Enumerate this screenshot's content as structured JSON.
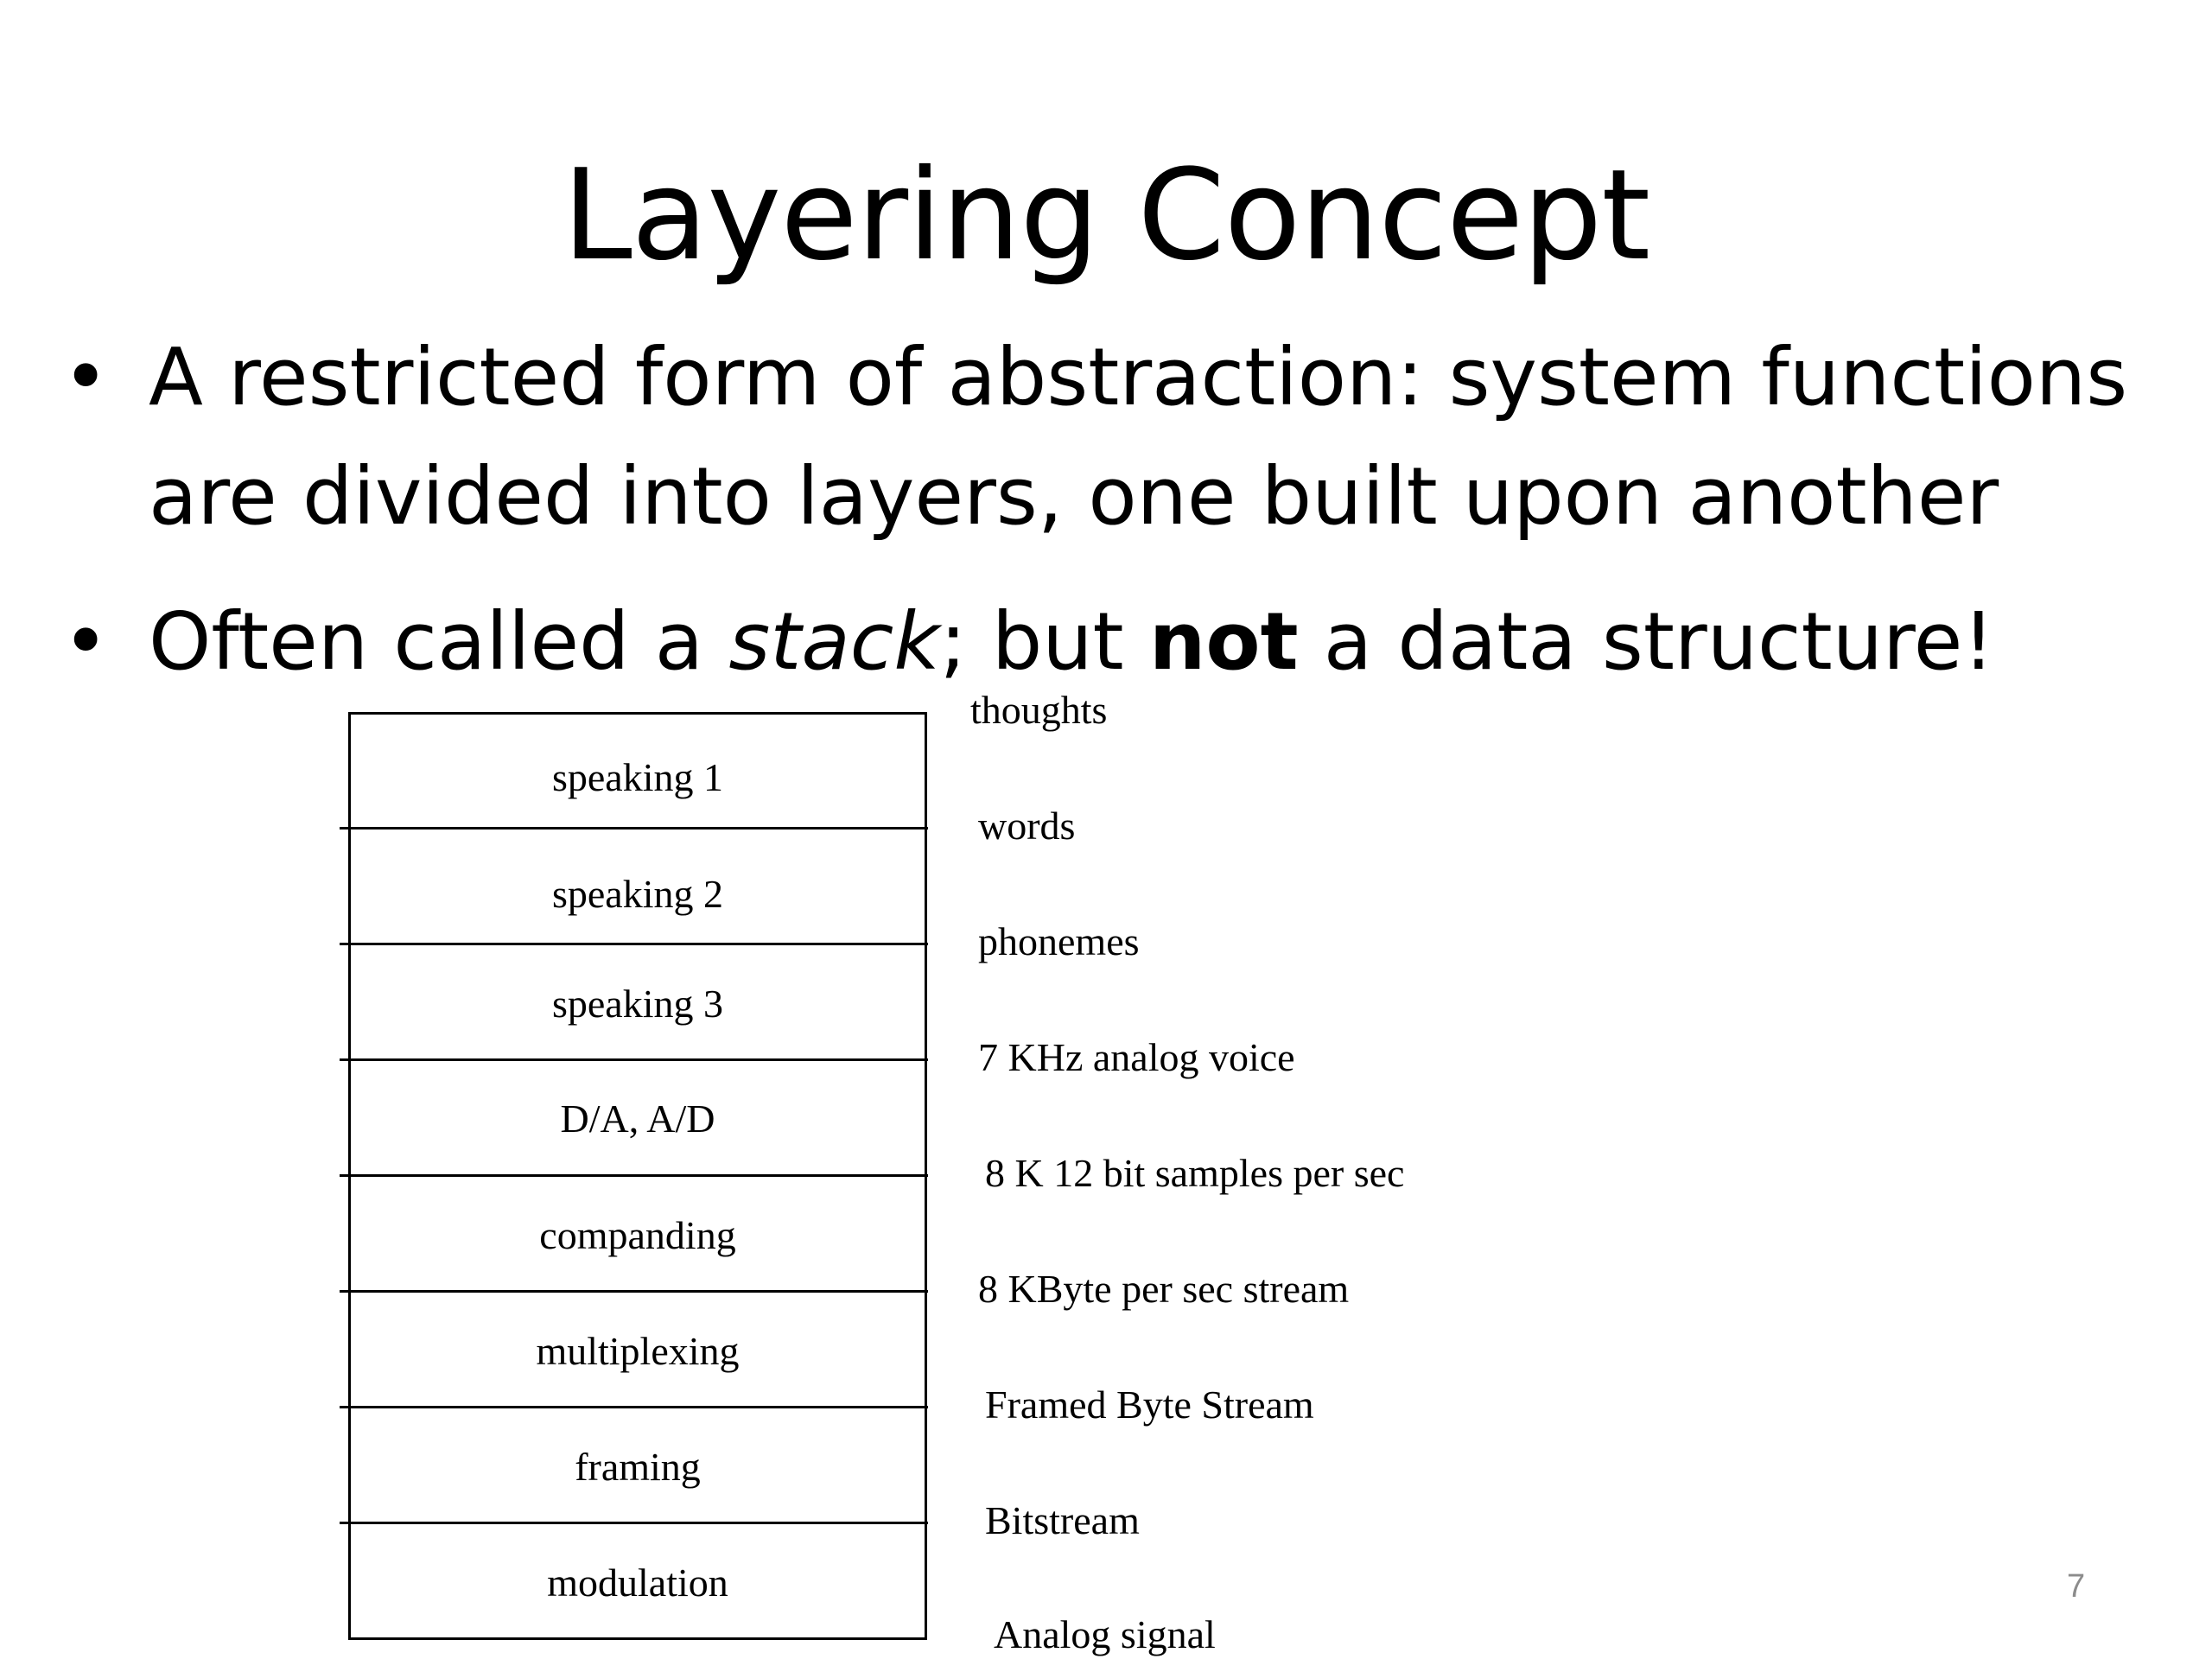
{
  "slide": {
    "title": "Layering Concept",
    "bullets": [
      {
        "text": "A restricted form of abstraction: system functions are divided into layers, one built upon another"
      },
      {
        "prefix": "Often called a ",
        "italic": "stack",
        "middle": "; but ",
        "bold": "not",
        "suffix": " a data structure!"
      }
    ],
    "bullet_symbol": "•",
    "page_number": "7"
  },
  "diagram": {
    "layers": [
      "speaking 1",
      "speaking 2",
      "speaking 3",
      "D/A, A/D",
      "companding",
      "multiplexing",
      "framing",
      "modulation"
    ],
    "interfaces": [
      "thoughts",
      "words",
      "phonemes",
      "7 KHz analog voice",
      "8 K 12 bit samples per sec",
      "8 KByte per sec stream",
      "Framed Byte Stream",
      "Bitstream",
      "Analog signal"
    ]
  }
}
